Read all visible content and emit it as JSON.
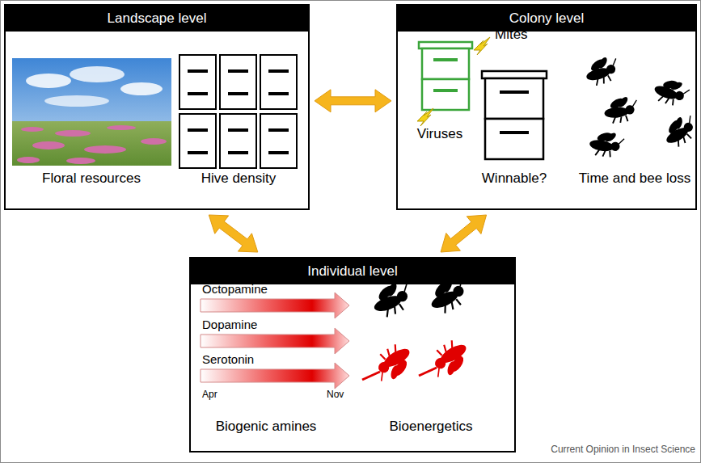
{
  "diagram": {
    "nodes": [
      {
        "text": [
          "Landscape level"
        ]
      },
      {
        "text": [
          "Colony level"
        ]
      },
      {
        "text": [
          "Individual level"
        ]
      }
    ],
    "edges": [
      {
        "from": 0,
        "to": 1,
        "arrow": "both"
      },
      {
        "from": 0,
        "to": 2,
        "arrow": "both"
      },
      {
        "from": 1,
        "to": 2,
        "arrow": "both"
      }
    ],
    "labels": [
      "Floral resources",
      "Hive density",
      "Mites",
      "Viruses",
      "Winnable?",
      "Time and bee loss",
      "Octopamine",
      "Dopamine",
      "Serotonin",
      "Apr",
      "Nov",
      "Biogenic amines",
      "Bioenergetics",
      "Current Opinion in Insect Science"
    ]
  }
}
